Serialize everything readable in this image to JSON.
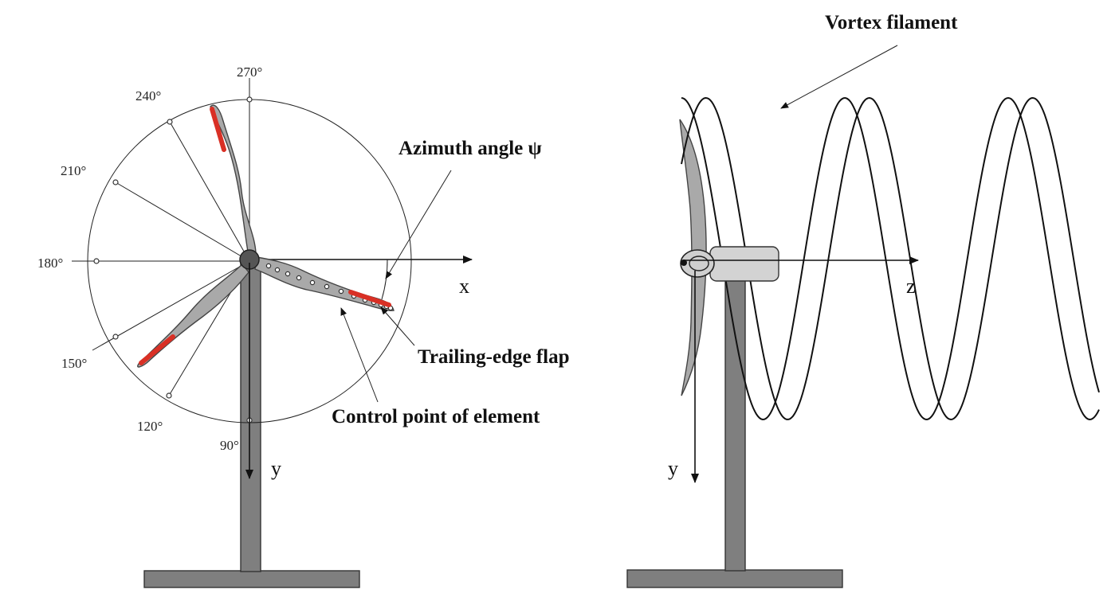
{
  "front_view": {
    "angles": [
      {
        "label": "270°"
      },
      {
        "label": "240°"
      },
      {
        "label": "210°"
      },
      {
        "label": "180°"
      },
      {
        "label": "150°"
      },
      {
        "label": "120°"
      },
      {
        "label": "90°"
      }
    ],
    "axis_x": "x",
    "axis_y": "y",
    "azimuth_label": "Azimuth angle ψ",
    "flap_label": "Trailing-edge flap",
    "control_point_label": "Control point of element"
  },
  "side_view": {
    "vortex_label": "Vortex filament",
    "axis_z": "z",
    "axis_y": "y"
  },
  "colors": {
    "flap": "#d93025",
    "blade": "#a9a9a9",
    "tower": "#7f7f7f",
    "nacelle": "#d3d3d3"
  }
}
